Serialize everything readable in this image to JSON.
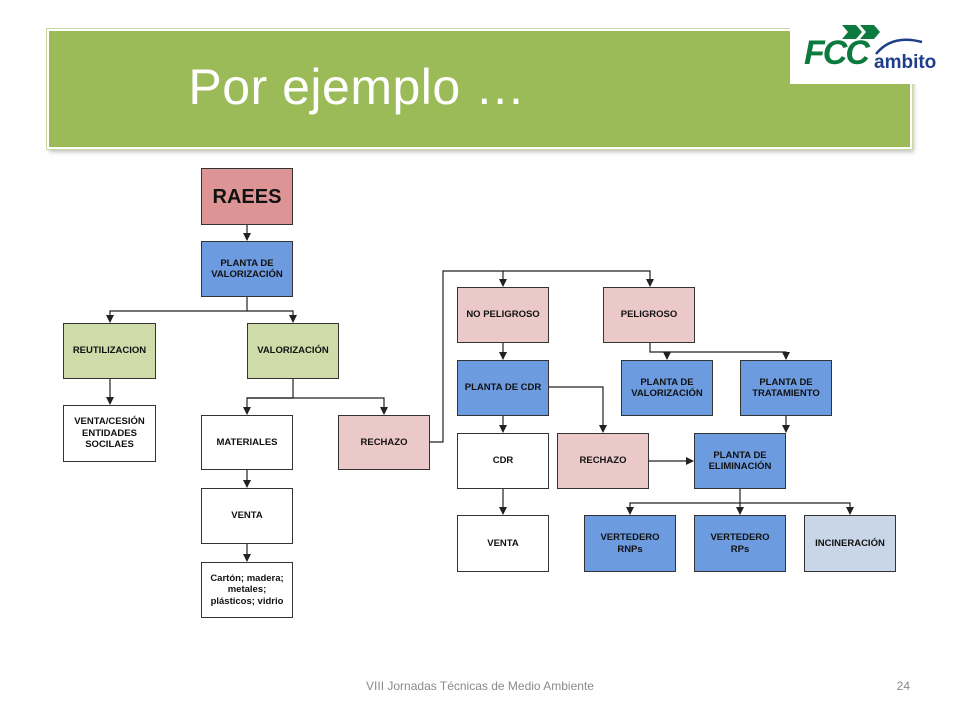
{
  "slide": {
    "title": "Por ejemplo …",
    "footer": "VIII Jornadas Técnicas de Medio Ambiente",
    "page_number": "24",
    "accent_color": "#9bbb59"
  },
  "logo": {
    "fcc": "FCC",
    "ambito": "ambito"
  },
  "diagram": {
    "raees": "RAEES",
    "planta_valorizacion_1": "PLANTA DE\nVALORIZACIÓN",
    "reutilizacion": "REUTILIZACION",
    "valorizacion": "VALORIZACIÓN",
    "venta_cesion": "VENTA/CESIÓN\nENTIDADES\nSOCILAES",
    "materiales": "MATERIALES",
    "rechazo_1": "RECHAZO",
    "venta_1": "VENTA",
    "carton": "Cartón; madera;\nmetales;\nplásticos; vidrio",
    "no_peligroso": "NO PELIGROSO",
    "peligroso": "PELIGROSO",
    "planta_cdr": "PLANTA DE CDR",
    "planta_valorizacion_2": "PLANTA DE\nVALORIZACIÓN",
    "planta_tratamiento": "PLANTA DE\nTRATAMIENTO",
    "cdr": "CDR",
    "rechazo_2": "RECHAZO",
    "planta_eliminacion": "PLANTA DE\nELIMINACIÓN",
    "venta_2": "VENTA",
    "vertedero_rnps": "VERTEDERO\nRNPs",
    "vertedero_rps": "VERTEDERO\nRPs",
    "incineracion": "INCINERACIÓN"
  }
}
